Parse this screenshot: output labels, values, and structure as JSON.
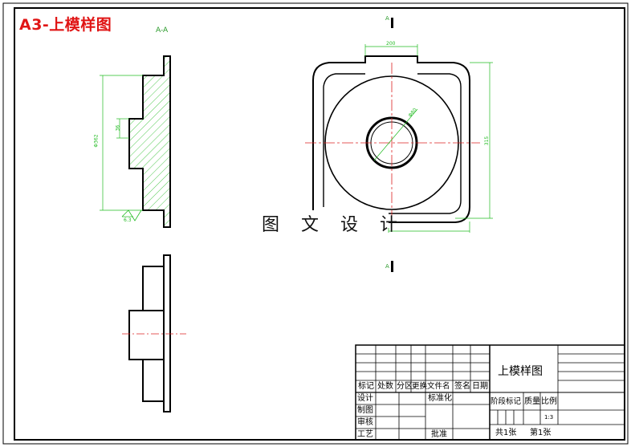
{
  "sheet": {
    "title": "A3-上模样图",
    "section_label": "A-A",
    "section_marker_top": "A",
    "section_marker_bottom": "A",
    "watermark": "图 文 设 计"
  },
  "dimensions": {
    "top_width": "200",
    "diameter_hole": "Φ80",
    "vertical_right": "315",
    "left_height": "Φ362",
    "left_step": "36",
    "surface_finish": "6.3"
  },
  "title_block": {
    "drawing_name": "上模样图",
    "headers": [
      "标记",
      "处数",
      "分区",
      "更换文件名",
      "签名",
      "日期"
    ],
    "rows": [
      "设计",
      "制图",
      "审核",
      "工艺"
    ],
    "standardization": "标准化",
    "approve": "批准",
    "stage_marks": "阶段标记",
    "mass": "质量",
    "scale_label": "比例",
    "scale_value": "1:3",
    "total_sheets": "共1张",
    "sheet_number": "第1张"
  },
  "colors": {
    "outline": "#000000",
    "dimension": "#22bb22",
    "centerline": "#dd2222",
    "hatch": "#22bb22",
    "title": "#e01515"
  }
}
